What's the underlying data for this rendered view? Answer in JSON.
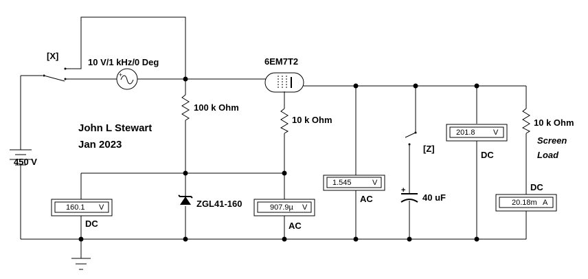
{
  "switch_x": {
    "label": "[X]"
  },
  "switch_z": {
    "label": "[Z]"
  },
  "ac_source": {
    "label": "10 V/1 kHz/0 Deg"
  },
  "tube": {
    "label": "6EM7T2"
  },
  "author": {
    "name": "John L Stewart",
    "date": "Jan 2023"
  },
  "battery": {
    "label": "450 V"
  },
  "resistors": {
    "r_grid": "100 k Ohm",
    "r_cathode": "10 k Ohm",
    "r_screen": "10 k Ohm"
  },
  "screen_load": {
    "line1": "Screen",
    "line2": "Load"
  },
  "zener": {
    "label": "ZGL41-160"
  },
  "capacitor": {
    "label": "40 uF",
    "polarity": "+"
  },
  "meters": {
    "m1": {
      "value": "160.1",
      "unit": "V",
      "mode": "DC"
    },
    "m2": {
      "value": "907.9µ",
      "unit": "V",
      "mode": "AC"
    },
    "m3": {
      "value": "1.545",
      "unit": "V",
      "mode": "AC"
    },
    "m4": {
      "value": "201.8",
      "unit": "V",
      "mode": "DC"
    },
    "m5": {
      "value": "20.18m",
      "unit": "A",
      "mode": "DC"
    }
  }
}
